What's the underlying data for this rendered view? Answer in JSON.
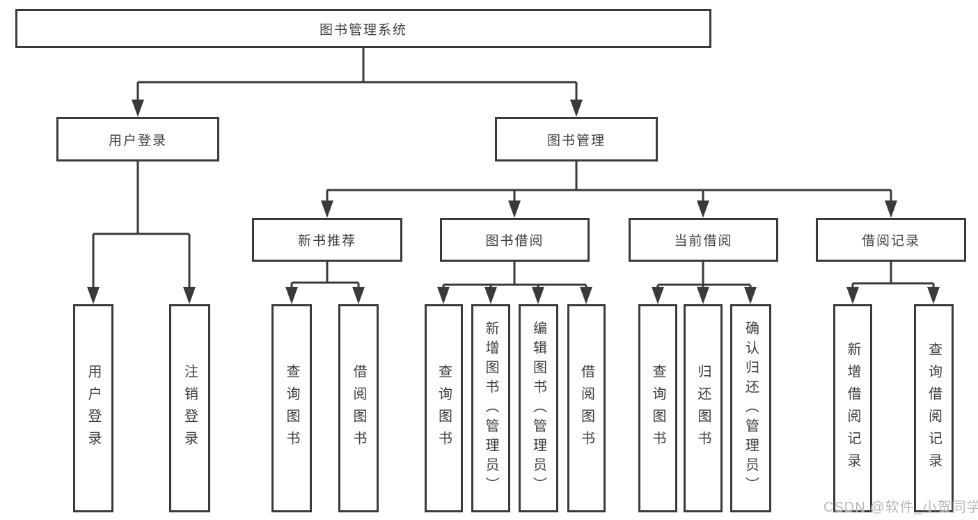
{
  "diagram_title": "图书管理系统",
  "tree": {
    "root": {
      "label": "图书管理系统"
    },
    "branches": [
      {
        "label": "用户登录",
        "children": [
          {
            "label": "用户登录"
          },
          {
            "label": "注销登录"
          }
        ]
      },
      {
        "label": "图书管理",
        "children": [
          {
            "label": "新书推荐",
            "children": [
              {
                "label": "查询图书"
              },
              {
                "label": "借阅图书"
              }
            ]
          },
          {
            "label": "图书借阅",
            "children": [
              {
                "label": "查询图书"
              },
              {
                "label": "新增图书（管理员）"
              },
              {
                "label": "编辑图书（管理员）"
              },
              {
                "label": "借阅图书"
              }
            ]
          },
          {
            "label": "当前借阅",
            "children": [
              {
                "label": "查询图书"
              },
              {
                "label": "归还图书"
              },
              {
                "label": "确认归还（管理员）"
              }
            ]
          },
          {
            "label": "借阅记录",
            "children": [
              {
                "label": "新增借阅记录"
              },
              {
                "label": "查询借阅记录"
              }
            ]
          }
        ]
      }
    ]
  },
  "watermark": {
    "text": "CSDN @软件_小贺同学"
  },
  "colors": {
    "line": "#3a3a3a",
    "text": "#3d3d3d",
    "watermark": "#b9b9b9",
    "background": "#ffffff"
  }
}
